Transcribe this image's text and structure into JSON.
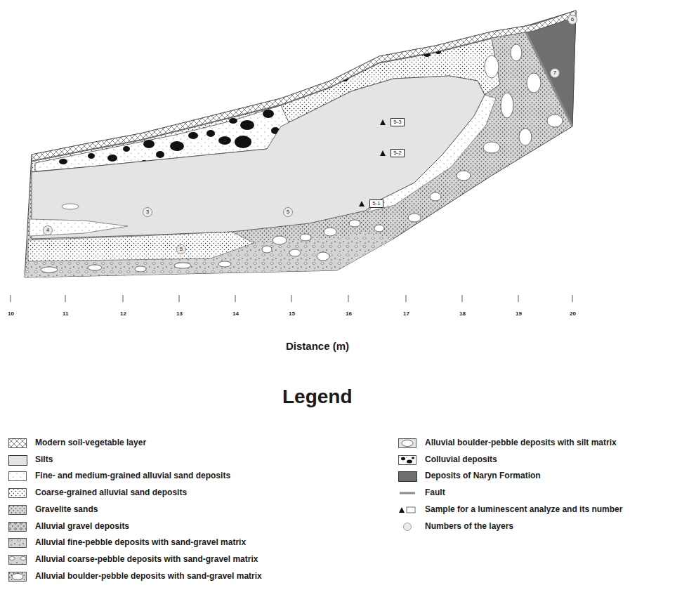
{
  "diagram": {
    "nodes": [
      {
        "text": [
          "6"
        ]
      },
      {
        "text": [
          "7"
        ]
      },
      {
        "text": [
          "5-3"
        ]
      },
      {
        "text": [
          "5-2"
        ]
      },
      {
        "text": [
          "5-1"
        ]
      },
      {
        "text": [
          "3"
        ]
      },
      {
        "text": [
          "5"
        ]
      },
      {
        "text": [
          "4"
        ]
      },
      {
        "text": [
          "5"
        ]
      }
    ],
    "labels": [
      "10",
      "11",
      "12",
      "13",
      "14",
      "15",
      "16",
      "17",
      "18",
      "19",
      "20",
      "Distance (m)",
      "Legend"
    ],
    "legend": [
      {
        "text": "Modern soil-vegetable layer"
      },
      {
        "text": "Silts",
        "color": "#e4e4e4"
      },
      {
        "text": "Fine- and medium-grained alluvial sand deposits"
      },
      {
        "text": "Coarse-grained alluvial sand deposits"
      },
      {
        "text": "Gravelite sands"
      },
      {
        "text": "Alluvial gravel deposits"
      },
      {
        "text": "Alluvial fine-pebble deposits with sand-gravel matrix"
      },
      {
        "text": "Alluvial coarse-pebble deposits with sand-gravel matrix"
      },
      {
        "text": "Alluvial boulder-pebble deposits with sand-gravel matrix"
      },
      {
        "text": "Alluvial boulder-pebble deposits with silt matrix"
      },
      {
        "text": "Colluvial deposits"
      },
      {
        "text": "Deposits of Naryn Formation",
        "color": "#6f6f6f"
      },
      {
        "text": "Fault"
      },
      {
        "text": "Sample for a luminescent analyze and its number"
      },
      {
        "text": "Numbers of the layers"
      }
    ]
  }
}
